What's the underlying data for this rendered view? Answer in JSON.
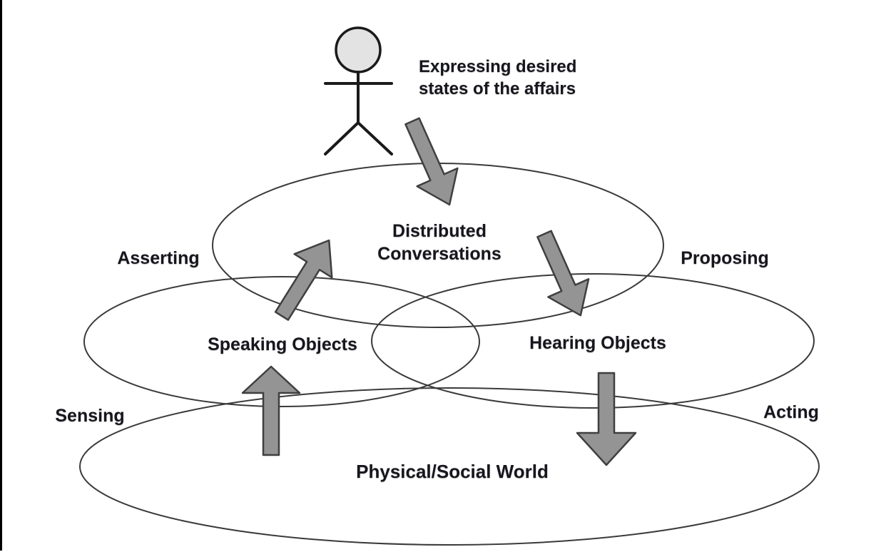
{
  "diagram": {
    "actor_annotation": {
      "line1": "Expressing desired",
      "line2": "states of the affairs"
    },
    "regions": {
      "conversations": {
        "line1": "Distributed",
        "line2": "Conversations"
      },
      "speaking": {
        "label": "Speaking Objects"
      },
      "hearing": {
        "label": "Hearing Objects"
      },
      "world": {
        "label": "Physical/Social World"
      }
    },
    "flow_labels": {
      "asserting": "Asserting",
      "proposing": "Proposing",
      "sensing": "Sensing",
      "acting": "Acting"
    },
    "colors": {
      "background": "#ffffff",
      "ellipse_stroke": "#3a3a3a",
      "arrow_fill": "#949494",
      "arrow_stroke": "#3f3f3f",
      "actor_head_fill": "#e3e3e3",
      "actor_stroke": "#1a1a1a",
      "text": "#16161d",
      "border_bar": "#000000"
    }
  }
}
